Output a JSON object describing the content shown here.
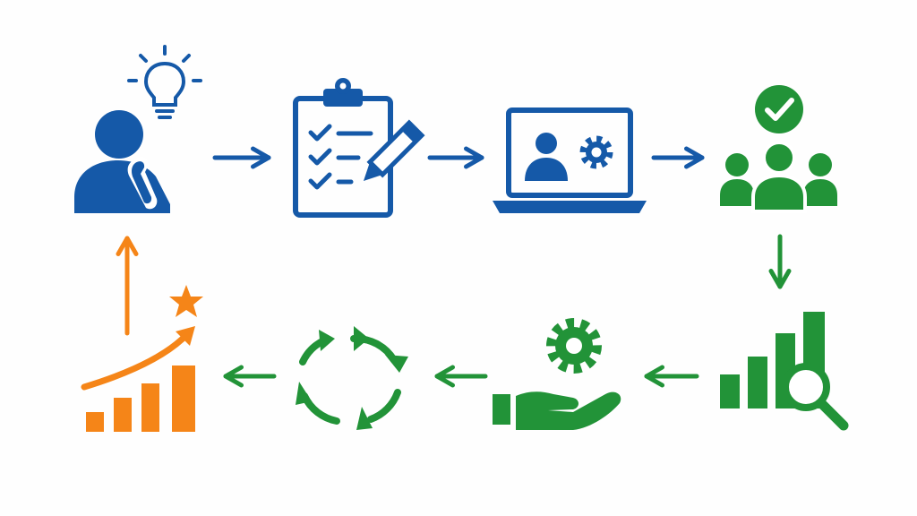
{
  "diagram": {
    "type": "process-cycle",
    "colors": {
      "blue": "#1559a8",
      "green": "#229338",
      "orange": "#f58518"
    },
    "steps": [
      {
        "id": "idea",
        "icon": "thinking-person-lightbulb-icon",
        "color": "blue"
      },
      {
        "id": "plan",
        "icon": "clipboard-checklist-pencil-icon",
        "color": "blue"
      },
      {
        "id": "implement",
        "icon": "laptop-user-gear-icon",
        "color": "blue"
      },
      {
        "id": "approve",
        "icon": "team-checkmark-icon",
        "color": "green"
      },
      {
        "id": "analyze",
        "icon": "bar-chart-magnifier-icon",
        "color": "green"
      },
      {
        "id": "support",
        "icon": "hand-gear-icon",
        "color": "green"
      },
      {
        "id": "iterate",
        "icon": "circular-arrows-cycle-icon",
        "color": "green"
      },
      {
        "id": "grow",
        "icon": "growth-chart-star-icon",
        "color": "orange"
      }
    ],
    "connections": [
      {
        "from": "idea",
        "to": "plan",
        "color": "blue"
      },
      {
        "from": "plan",
        "to": "implement",
        "color": "blue"
      },
      {
        "from": "implement",
        "to": "approve",
        "color": "blue"
      },
      {
        "from": "approve",
        "to": "analyze",
        "color": "green"
      },
      {
        "from": "analyze",
        "to": "support",
        "color": "green"
      },
      {
        "from": "support",
        "to": "iterate",
        "color": "green"
      },
      {
        "from": "iterate",
        "to": "grow",
        "color": "green"
      },
      {
        "from": "grow",
        "to": "idea",
        "color": "orange"
      }
    ]
  }
}
